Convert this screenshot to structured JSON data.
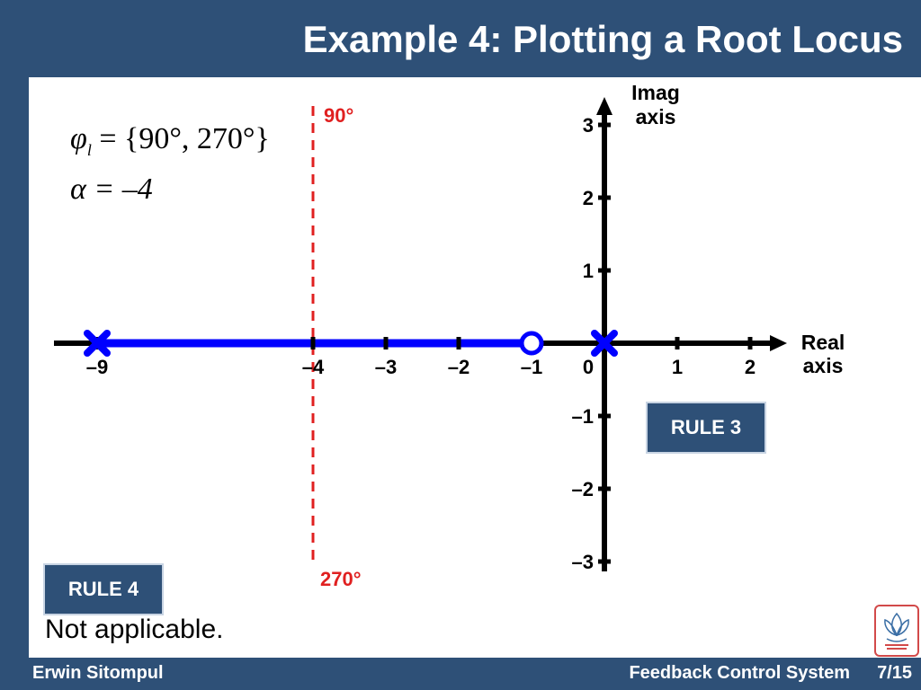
{
  "header": {
    "title": "Example 4: Plotting a Root Locus"
  },
  "equations": {
    "phi_symbol": "φ",
    "phi_subscript": "l",
    "phi_rhs": "= {90°, 270°}",
    "alpha_line": "α = –4"
  },
  "chart_data": {
    "type": "root-locus",
    "x_axis": {
      "label": "Real axis",
      "ticks": [
        "–9",
        "–4",
        "–3",
        "–2",
        "–1",
        "0",
        "1",
        "2"
      ],
      "tick_values": [
        -9,
        -4,
        -3,
        -2,
        -1,
        0,
        1,
        2
      ]
    },
    "y_axis": {
      "label": "Imag axis",
      "ticks": [
        "3",
        "2",
        "1",
        "–1",
        "–2",
        "–3"
      ],
      "tick_values": [
        3,
        2,
        1,
        -1,
        -2,
        -3
      ]
    },
    "poles": [
      -9,
      0
    ],
    "zeros": [
      -1
    ],
    "locus_segments": [
      [
        -9,
        -1
      ]
    ],
    "asymptote": {
      "centroid": -4,
      "angle_top_label": "90°",
      "angle_bottom_label": "270°"
    },
    "colors": {
      "locus": "#0000ff",
      "asymptote": "#e02020",
      "axis": "#000000"
    }
  },
  "rules": {
    "rule3": "RULE 3",
    "rule4": "RULE 4",
    "rule4_note": "Not applicable."
  },
  "footer": {
    "author": "Erwin Sitompul",
    "course": "Feedback Control System",
    "page": "7/15"
  }
}
